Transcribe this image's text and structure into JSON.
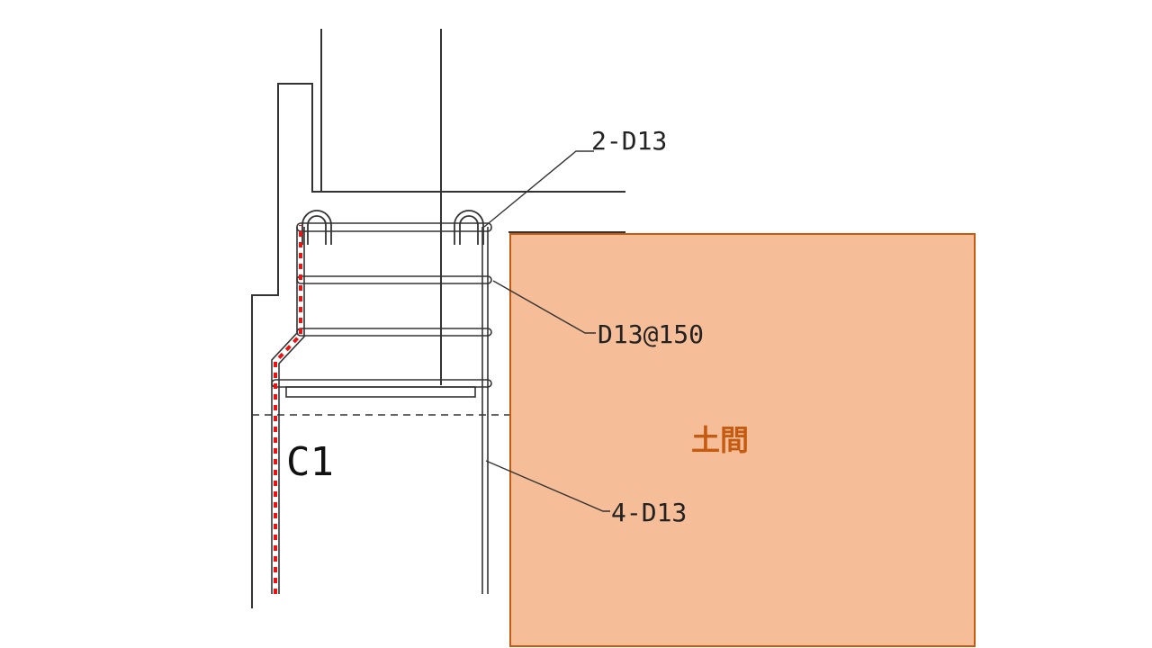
{
  "labels": {
    "top_bars": "2-D13",
    "stirrups": "D13@150",
    "vertical_bars": "4-D13",
    "column_mark": "C1",
    "area": "土間"
  },
  "colors": {
    "line": "#333333",
    "area_fill": "#f5bd98",
    "area_border": "#c55a11",
    "area_text": "#c55a11",
    "rebar_highlight": "#ee1111"
  }
}
